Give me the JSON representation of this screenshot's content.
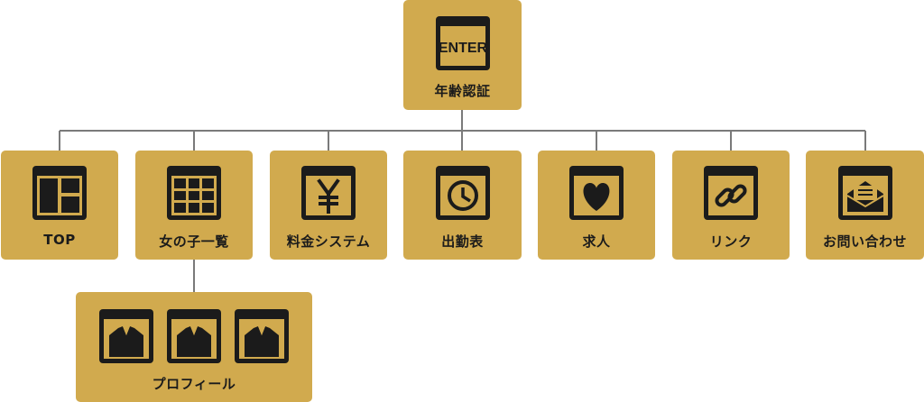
{
  "colors": {
    "box": "#d1aa4e",
    "ink": "#1b1b1b",
    "line": "#7a7a7a"
  },
  "root": {
    "label": "年齢認証",
    "icon_text": "ENTER",
    "icon": "enter-icon"
  },
  "nodes": [
    {
      "label": "TOP",
      "icon": "layout-icon"
    },
    {
      "label": "女の子一覧",
      "icon": "grid-icon"
    },
    {
      "label": "料金システム",
      "icon": "yen-icon"
    },
    {
      "label": "出勤表",
      "icon": "clock-icon"
    },
    {
      "label": "求人",
      "icon": "heart-icon"
    },
    {
      "label": "リンク",
      "icon": "link-icon"
    },
    {
      "label": "お問い合わせ",
      "icon": "mail-icon"
    }
  ],
  "child": {
    "label": "プロフィール",
    "icon": "suit-icon"
  }
}
